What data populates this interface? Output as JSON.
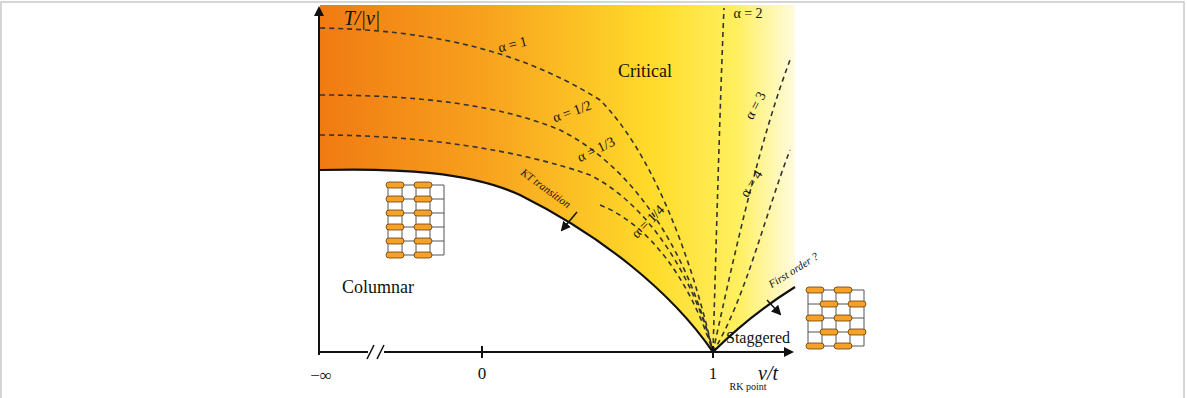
{
  "diagram": {
    "labels": [
      "T/|v|",
      "v/t",
      "−∞",
      "0",
      "1",
      "RK point",
      "α = 1",
      "α = 1/2",
      "α = 1/3",
      "α = 1/4",
      "α = 2",
      "α = 3",
      "α = 4",
      "Critical",
      "Columnar",
      "Staggered",
      "KT transition",
      "First order ?"
    ]
  }
}
